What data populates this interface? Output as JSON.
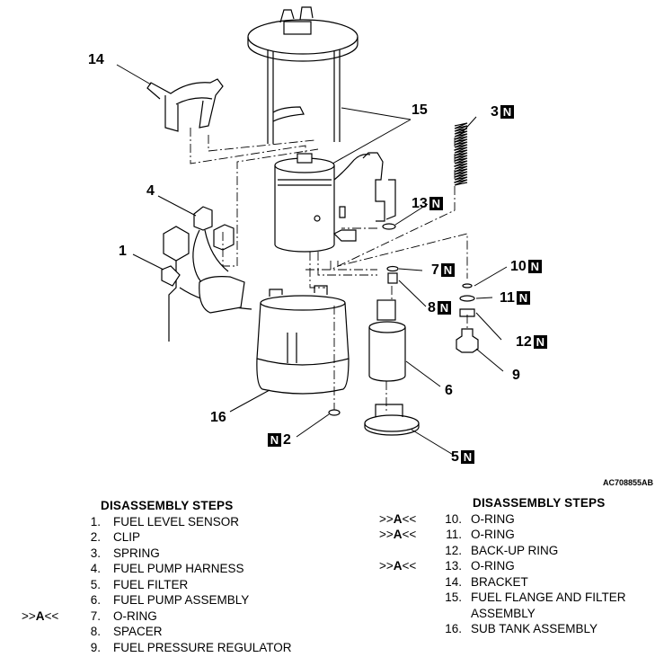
{
  "callouts": {
    "c1": "1",
    "c2": "2",
    "c3": "3",
    "c4": "4",
    "c5": "5",
    "c6": "6",
    "c7": "7",
    "c8": "8",
    "c9": "9",
    "c10": "10",
    "c11": "11",
    "c12": "12",
    "c13": "13",
    "c14": "14",
    "c15": "15",
    "c16": "16",
    "new_part_mark": "N"
  },
  "figure_code": "AC708855AB",
  "steps_title": "DISASSEMBLY STEPS",
  "step_marker": {
    "prefix": ">>",
    "letter": "A",
    "suffix": "<<"
  },
  "left_steps": [
    {
      "num": "1.",
      "text": "FUEL LEVEL SENSOR"
    },
    {
      "num": "2.",
      "text": "CLIP"
    },
    {
      "num": "3.",
      "text": "SPRING"
    },
    {
      "num": "4.",
      "text": "FUEL PUMP HARNESS"
    },
    {
      "num": "5.",
      "text": "FUEL FILTER"
    },
    {
      "num": "6.",
      "text": "FUEL PUMP ASSEMBLY"
    },
    {
      "num": "7.",
      "text": "O-RING"
    },
    {
      "num": "8.",
      "text": "SPACER"
    },
    {
      "num": "9.",
      "text": "FUEL PRESSURE REGULATOR"
    }
  ],
  "right_steps": [
    {
      "num": "10.",
      "text": "O-RING"
    },
    {
      "num": "11.",
      "text": "O-RING"
    },
    {
      "num": "12.",
      "text": "BACK-UP RING"
    },
    {
      "num": "13.",
      "text": "O-RING"
    },
    {
      "num": "14.",
      "text": "BRACKET"
    },
    {
      "num": "15.",
      "text": "FUEL FLANGE AND FILTER ASSEMBLY"
    },
    {
      "num": "16.",
      "text": "SUB TANK ASSEMBLY"
    }
  ]
}
